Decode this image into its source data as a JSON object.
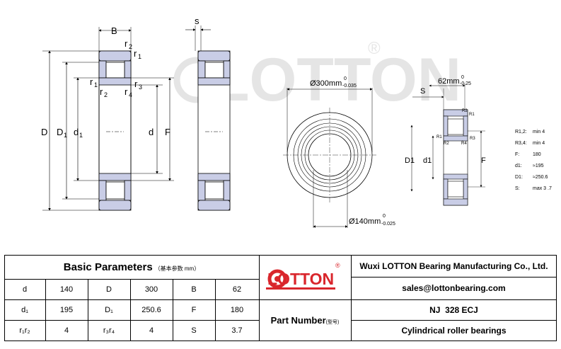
{
  "drawing": {
    "watermark_text": "LOTTON",
    "watermark_mark": "®",
    "side_view_labels": {
      "B": "B",
      "r2": "r",
      "r2_sub": "2",
      "r1": "r",
      "r1_sub": "1",
      "r1b": "r",
      "r1b_sub": "1",
      "r2b": "r",
      "r2b_sub": "2",
      "r4": "r",
      "r4_sub": "4",
      "r3": "r",
      "r3_sub": "3",
      "D": "D",
      "D1": "D",
      "D1_sub": "1",
      "d1": "d",
      "d1_sub": "1",
      "d": "d",
      "F": "F",
      "s": "s"
    },
    "front_view_labels": {
      "outer_dim": "Ø300mm",
      "outer_tol_upper": "0",
      "outer_tol_lower": "-0.035",
      "inner_dim": "Ø140mm",
      "inner_tol_upper": "0",
      "inner_tol_lower": "-0.025"
    },
    "detail_view_labels": {
      "width_dim": "62mm",
      "width_tol_upper": "0",
      "width_tol_lower": "-0.25",
      "S": "S",
      "D1": "D1",
      "d1": "d1",
      "F": "F",
      "R2_top": "R2",
      "R1_top": "R1",
      "R1_left": "R1",
      "R2_left": "R2",
      "R4": "R4",
      "R3": "R3"
    },
    "spec_list": [
      {
        "label": "R1,2:",
        "value": "min 4"
      },
      {
        "label": "R3,4:",
        "value": "min 4"
      },
      {
        "label": "F:",
        "value": "180"
      },
      {
        "label": "d1:",
        "value": "≈195"
      },
      {
        "label": "D1:",
        "value": "≈250.6"
      },
      {
        "label": "S:",
        "value": "max 3 .7"
      }
    ]
  },
  "table": {
    "title": "Basic Parameters",
    "title_note": "（基本参数 mm）",
    "rows": [
      [
        "d",
        "140",
        "D",
        "300",
        "B",
        "62"
      ],
      [
        "d₁",
        "195",
        "D₁",
        "250.6",
        "F",
        "180"
      ],
      [
        "r₁r₂",
        "4",
        "r₃r₄",
        "4",
        "S",
        "3.7"
      ]
    ],
    "logo_text": "LOTTON",
    "logo_mark": "®",
    "company": "Wuxi LOTTON Bearing Manufacturing Co., Ltd.",
    "email": "sales@lottonbearing.com",
    "part_number_label": "Part Number",
    "part_number_note": "(型号)",
    "part_number": "NJ  328 ECJ",
    "bearing_type": "Cylindrical roller bearings"
  }
}
